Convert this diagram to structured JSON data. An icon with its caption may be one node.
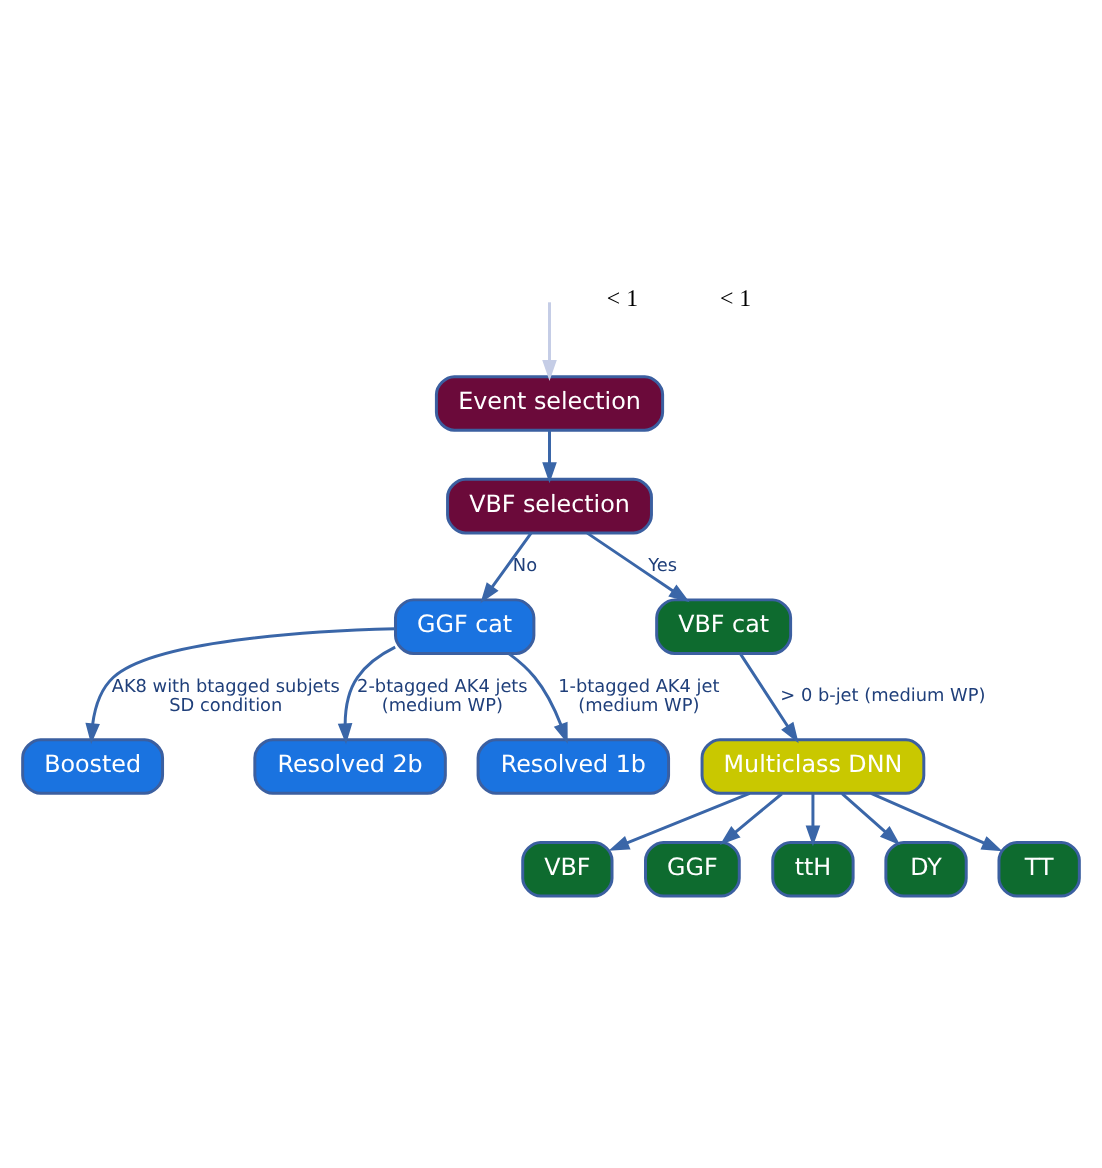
{
  "diagram": {
    "nodes": [
      {
        "text": [
          "Event selection"
        ]
      },
      {
        "text": [
          "VBF selection"
        ]
      },
      {
        "text": [
          "GGF cat"
        ]
      },
      {
        "text": [
          "VBF cat"
        ]
      },
      {
        "text": [
          "Boosted"
        ]
      },
      {
        "text": [
          "Resolved 2b"
        ]
      },
      {
        "text": [
          "Resolved 1b"
        ]
      },
      {
        "text": [
          "Multiclass DNN"
        ]
      },
      {
        "text": [
          "VBF"
        ]
      },
      {
        "text": [
          "GGF"
        ]
      },
      {
        "text": [
          "ttH"
        ]
      },
      {
        "text": [
          "DY"
        ]
      },
      {
        "text": [
          "TT"
        ]
      }
    ],
    "edges": [
      {
        "from": null,
        "to": 0,
        "arrow": "to",
        "color": "#c5cde6"
      },
      {
        "from": 0,
        "to": 1,
        "arrow": "to"
      },
      {
        "from": 1,
        "to": 2,
        "arrow": "to",
        "label": "No"
      },
      {
        "from": 1,
        "to": 3,
        "arrow": "to",
        "label": "Yes"
      },
      {
        "from": 2,
        "to": 4,
        "arrow": "to",
        "label": "AK8 with btagged subjets SD condition"
      },
      {
        "from": 2,
        "to": 5,
        "arrow": "to",
        "label": "2-btagged AK4 jets (medium WP)"
      },
      {
        "from": 2,
        "to": 6,
        "arrow": "to",
        "label": "1-btagged AK4 jet (medium WP)"
      },
      {
        "from": 3,
        "to": 7,
        "arrow": "to",
        "label": "> 0 b-jet (medium WP)"
      },
      {
        "from": 7,
        "to": 8,
        "arrow": "to"
      },
      {
        "from": 7,
        "to": 9,
        "arrow": "to"
      },
      {
        "from": 7,
        "to": 10,
        "arrow": "to"
      },
      {
        "from": 7,
        "to": 11,
        "arrow": "to"
      },
      {
        "from": 7,
        "to": 12,
        "arrow": "to"
      }
    ],
    "labels": [
      "< 1",
      "< 1"
    ]
  }
}
